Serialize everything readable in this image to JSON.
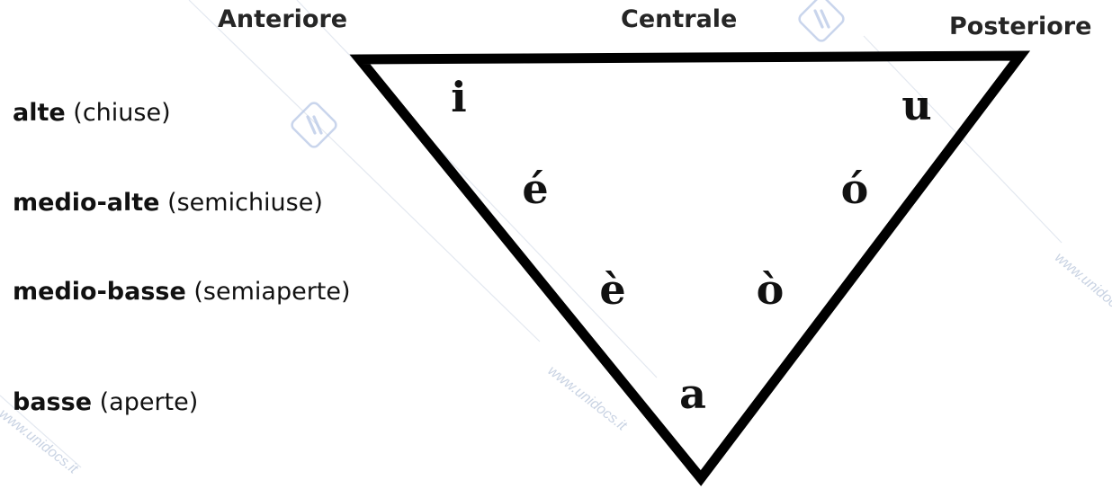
{
  "columns": {
    "front": "Anteriore",
    "central": "Centrale",
    "back": "Posteriore"
  },
  "rows": [
    {
      "bold": "alte",
      "detail": "(chiuse)"
    },
    {
      "bold": "medio-alte",
      "detail": "(semichiuse)"
    },
    {
      "bold": "medio-basse",
      "detail": "(semiaperte)"
    },
    {
      "bold": "basse",
      "detail": "(aperte)"
    }
  ],
  "vowels": {
    "i": "i",
    "u": "u",
    "e_closed": "é",
    "o_closed": "ó",
    "e_open": "è",
    "o_open": "ò",
    "a": "a"
  },
  "watermark": {
    "text": "www.unidocs.it",
    "color": "#c9d3e3",
    "logo_color": "#b8c8e6"
  }
}
